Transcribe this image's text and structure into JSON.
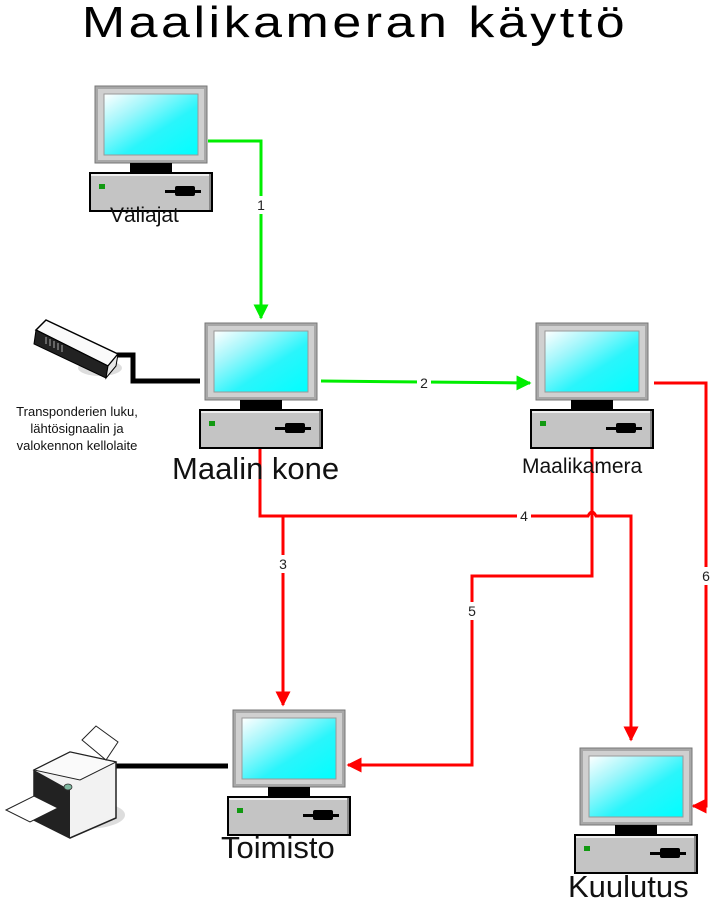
{
  "title": "Maalikameran käyttö",
  "nodes": {
    "valiajat": {
      "label": "Väliajat",
      "type": "computer"
    },
    "maalin_kone": {
      "label": "Maalin kone",
      "type": "computer"
    },
    "maalikamera": {
      "label": "Maalikamera",
      "type": "computer"
    },
    "toimisto": {
      "label": "Toimisto",
      "type": "computer"
    },
    "kuulutus": {
      "label": "Kuulutus",
      "type": "computer"
    },
    "kellolaite": {
      "label_lines": [
        "Transponderien luku,",
        "lähtösignaalin ja",
        "valokennon kellolaite"
      ],
      "type": "device"
    },
    "printer": {
      "type": "printer"
    }
  },
  "connections": [
    {
      "id": "1",
      "from": "valiajat",
      "to": "maalin_kone",
      "color": "#00ee00"
    },
    {
      "id": "2",
      "from": "maalin_kone",
      "to": "maalikamera",
      "color": "#00ee00"
    },
    {
      "id": "3",
      "from": "maalin_kone",
      "to": "toimisto",
      "color": "#ff0000"
    },
    {
      "id": "4",
      "from": "maalin_kone",
      "to": "kuulutus",
      "color": "#ff0000"
    },
    {
      "id": "5",
      "from": "maalikamera",
      "to": "toimisto",
      "color": "#ff0000"
    },
    {
      "id": "6",
      "from": "maalikamera",
      "to": "kuulutus",
      "color": "#ff0000"
    }
  ],
  "cables": [
    {
      "from": "kellolaite",
      "to": "maalin_kone",
      "color": "#000000"
    },
    {
      "from": "printer",
      "to": "toimisto",
      "color": "#000000"
    }
  ]
}
